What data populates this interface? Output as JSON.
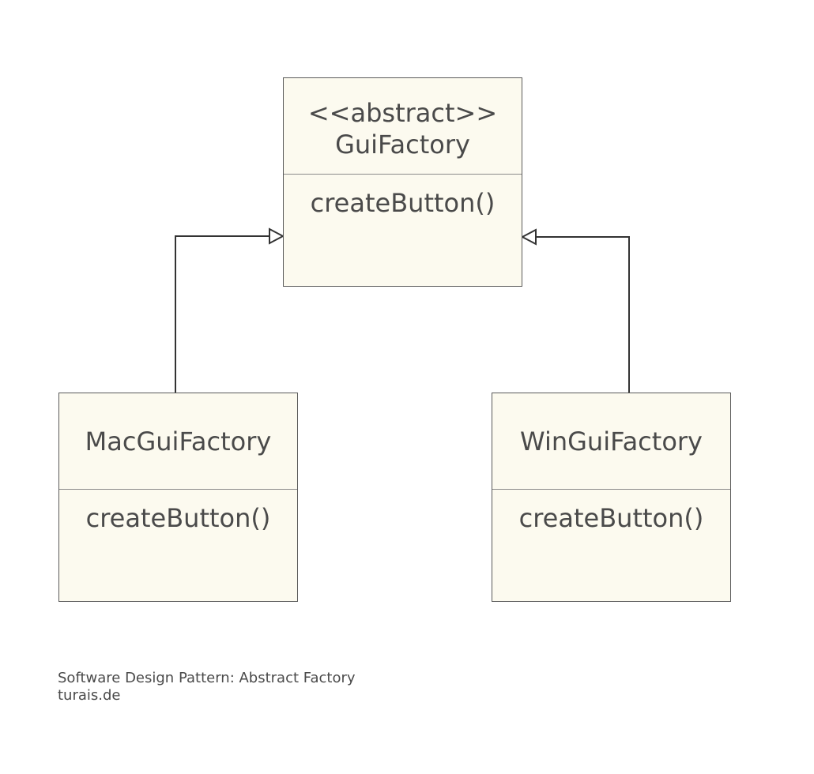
{
  "diagram": {
    "abstract_class": {
      "stereotype": "<<abstract>>",
      "name": "GuiFactory",
      "method": "createButton()"
    },
    "mac_class": {
      "name": "MacGuiFactory",
      "method": "createButton()"
    },
    "win_class": {
      "name": "WinGuiFactory",
      "method": "createButton()"
    },
    "relationships": [
      {
        "from": "MacGuiFactory",
        "to": "GuiFactory",
        "type": "inheritance"
      },
      {
        "from": "WinGuiFactory",
        "to": "GuiFactory",
        "type": "inheritance"
      }
    ]
  },
  "caption": {
    "line1": "Software Design Pattern: Abstract Factory",
    "line2": "turais.de"
  },
  "colors": {
    "box_fill": "#fcfaef",
    "box_border": "#5a5a5a",
    "text": "#4a4a4a",
    "connector": "#333333"
  }
}
